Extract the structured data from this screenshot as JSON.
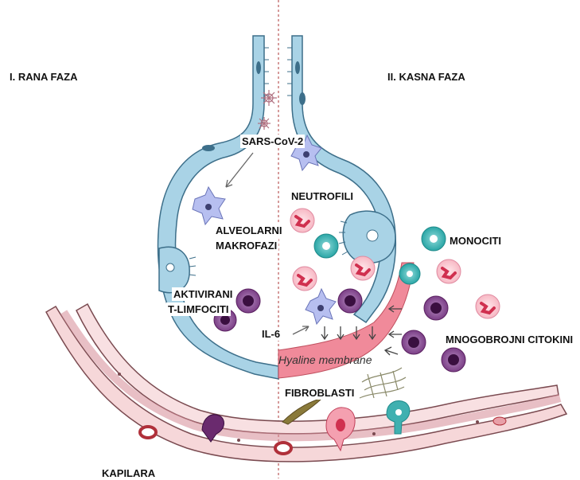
{
  "labels": {
    "phase_early": "I. RANA FAZA",
    "phase_late": "II. KASNA FAZA",
    "virus": "SARS-CoV-2",
    "neutrophils": "NEUTROFILI",
    "alveolar_macrophages_line1": "ALVEOLARNI",
    "alveolar_macrophages_line2": "MAKROFAZI",
    "monocytes": "MONOCITI",
    "activated_t_line1": "AKTIVIRANI",
    "activated_t_line2": "T-LIMFOCITI",
    "il6": "IL-6",
    "cytokines": "MNOGOBROJNI CITOKINI",
    "hyaline": "Hyaline membrane",
    "fibroblasts": "FIBROBLASTI",
    "capillary": "KAPILARA"
  },
  "colors": {
    "epithelium": "#a9d3e6",
    "epithelium_outline": "#3d6f8a",
    "hyaline": "#f08a9a",
    "capillary": "#f4c3c6",
    "neutrophil": "#e05070",
    "monocyte": "#3fb0b0",
    "lymphocyte": "#6a2a6e",
    "macrophage": "#9aa8e0",
    "fibroblast": "#8a7a3a",
    "divider": "#c97a7a"
  }
}
